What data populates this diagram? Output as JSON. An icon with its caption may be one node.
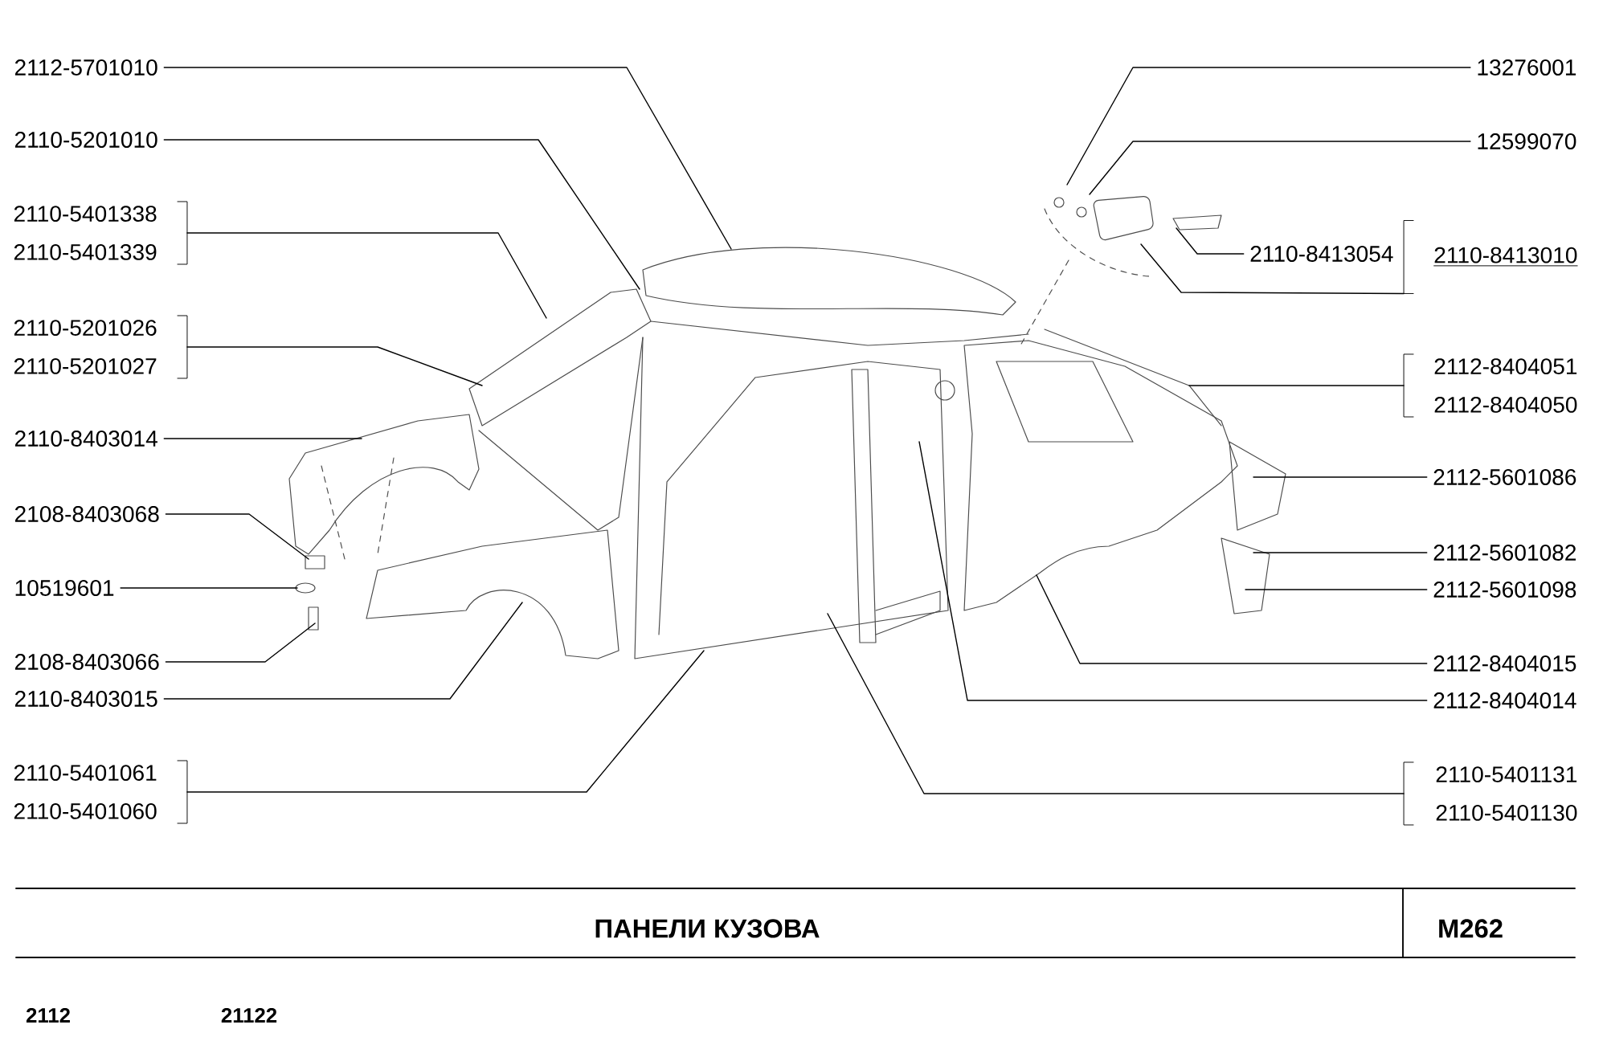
{
  "diagram": {
    "title": "ПАНЕЛИ КУЗОВА",
    "nodes": [
      {
        "text": [
          "2112-5701010"
        ]
      },
      {
        "text": [
          "2110-5201010"
        ]
      },
      {
        "text": [
          "2110-5401338",
          "2110-5401339"
        ]
      },
      {
        "text": [
          "2110-5201026",
          "2110-5201027"
        ]
      },
      {
        "text": [
          "2110-8403014"
        ]
      },
      {
        "text": [
          "2108-8403068"
        ]
      },
      {
        "text": [
          "10519601"
        ]
      },
      {
        "text": [
          "2108-8403066"
        ]
      },
      {
        "text": [
          "2110-8403015"
        ]
      },
      {
        "text": [
          "2110-5401061",
          "2110-5401060"
        ]
      },
      {
        "text": [
          "13276001"
        ]
      },
      {
        "text": [
          "12599070"
        ]
      },
      {
        "text": [
          "2110-8413054"
        ]
      },
      {
        "text": [
          "2110-8413010"
        ]
      },
      {
        "text": [
          "2112-8404051",
          "2112-8404050"
        ]
      },
      {
        "text": [
          "2112-5601086"
        ]
      },
      {
        "text": [
          "2112-5601082"
        ]
      },
      {
        "text": [
          "2112-5601098"
        ]
      },
      {
        "text": [
          "2112-8404015"
        ]
      },
      {
        "text": [
          "2112-8404014"
        ]
      },
      {
        "text": [
          "2110-5401131",
          "2110-5401130"
        ]
      }
    ],
    "edges": [
      {
        "from": 0,
        "to": null,
        "arrow": "none"
      },
      {
        "from": 1,
        "to": null,
        "arrow": "none"
      },
      {
        "from": 2,
        "to": null,
        "arrow": "none"
      },
      {
        "from": 3,
        "to": null,
        "arrow": "none"
      },
      {
        "from": 4,
        "to": null,
        "arrow": "none"
      },
      {
        "from": 5,
        "to": null,
        "arrow": "none"
      },
      {
        "from": 6,
        "to": null,
        "arrow": "none"
      },
      {
        "from": 7,
        "to": null,
        "arrow": "none"
      },
      {
        "from": 8,
        "to": null,
        "arrow": "none"
      },
      {
        "from": 9,
        "to": null,
        "arrow": "none"
      },
      {
        "from": 10,
        "to": null,
        "arrow": "none"
      },
      {
        "from": 11,
        "to": null,
        "arrow": "none"
      },
      {
        "from": 12,
        "to": null,
        "arrow": "none"
      },
      {
        "from": 13,
        "to": null,
        "arrow": "none"
      },
      {
        "from": 14,
        "to": null,
        "arrow": "none"
      },
      {
        "from": 15,
        "to": null,
        "arrow": "none"
      },
      {
        "from": 16,
        "to": null,
        "arrow": "none"
      },
      {
        "from": 17,
        "to": null,
        "arrow": "none"
      },
      {
        "from": 18,
        "to": null,
        "arrow": "none"
      },
      {
        "from": 19,
        "to": null,
        "arrow": "none"
      },
      {
        "from": 20,
        "to": null,
        "arrow": "none"
      }
    ],
    "labels": [
      "M262",
      "2112",
      "21122"
    ]
  }
}
